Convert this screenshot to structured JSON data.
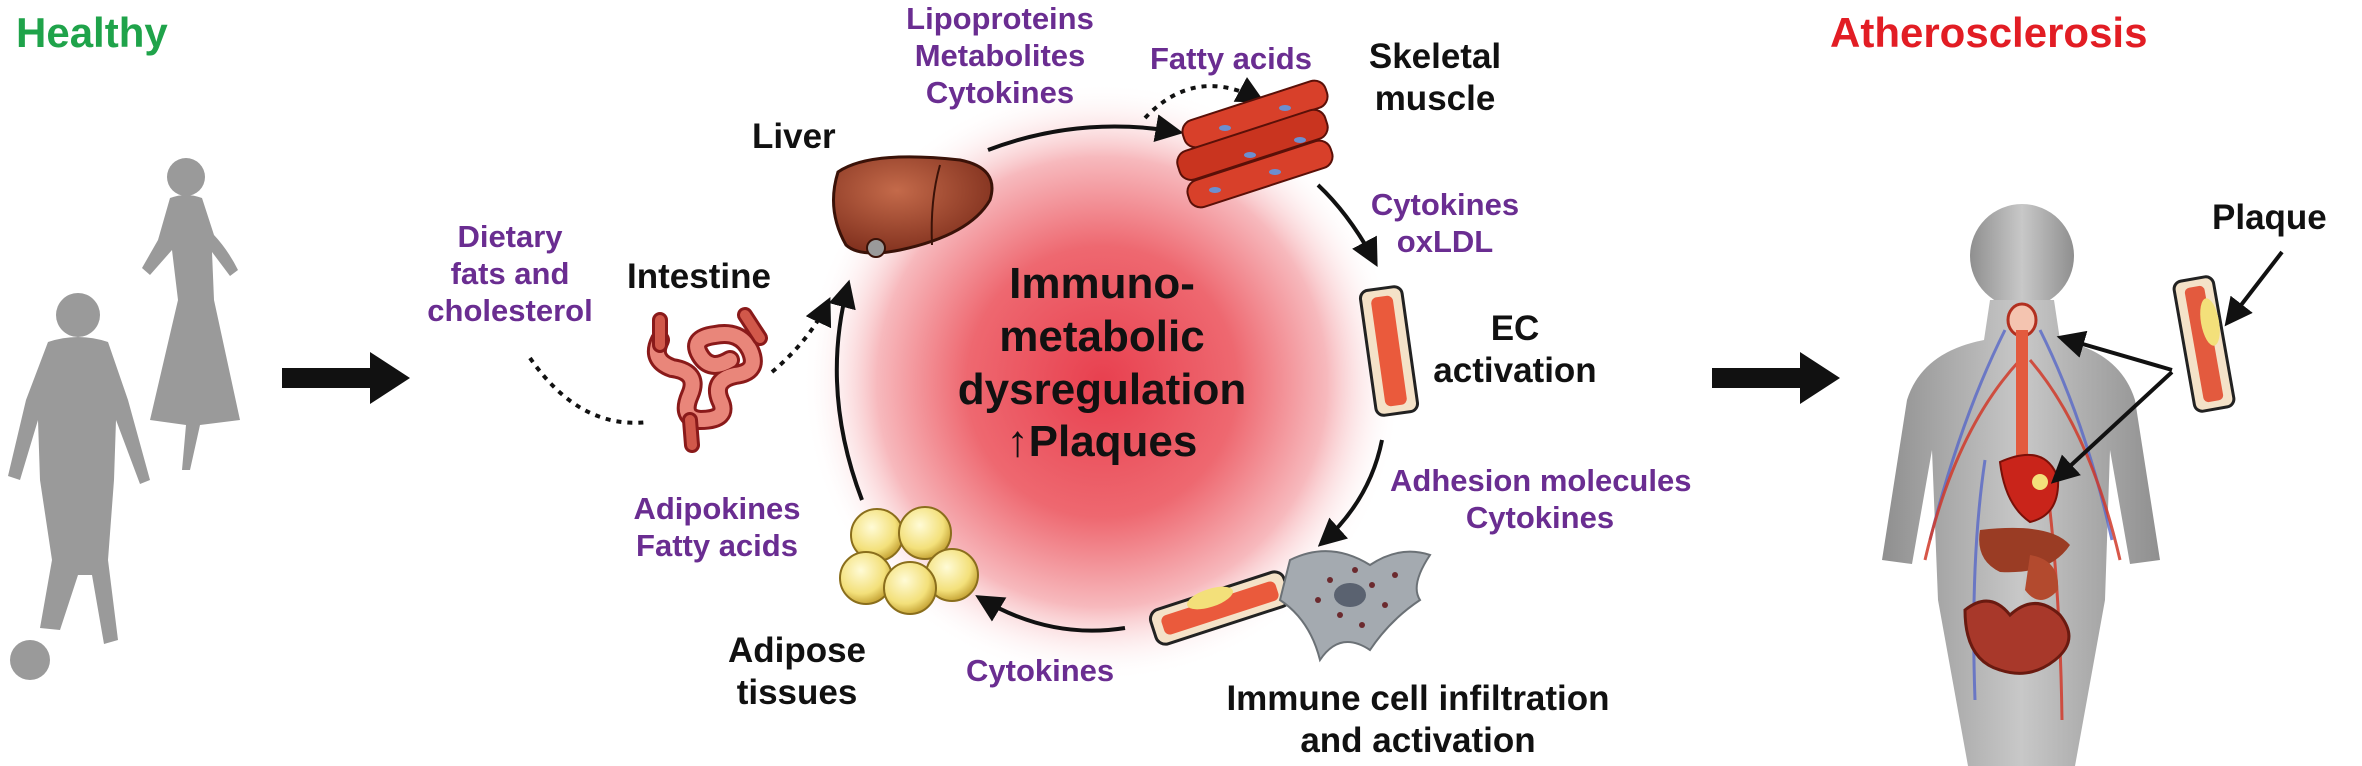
{
  "headers": {
    "healthy": "Healthy",
    "atherosclerosis": "Atherosclerosis"
  },
  "center": {
    "text": "Immuno-\nmetabolic\ndysregulation\n↑Plaques"
  },
  "organs": {
    "liver": "Liver",
    "intestine": "Intestine",
    "skeletal_muscle": "Skeletal\nmuscle",
    "ec_activation": "EC\nactivation",
    "immune": "Immune cell infiltration\nand activation",
    "adipose": "Adipose\ntissues",
    "plaque": "Plaque"
  },
  "mediators": {
    "liver_out": "Lipoproteins\nMetabolites\nCytokines",
    "muscle_in": "Fatty acids",
    "muscle_to_ec": "Cytokines\noxLDL",
    "dietary": "Dietary\nfats and\ncholesterol",
    "ec_to_immune": "Adhesion molecules\nCytokines",
    "immune_to_adipose": "Cytokines",
    "adipose_to_liver": "Adipokines\nFatty acids"
  },
  "colors": {
    "healthy": "#1fa34a",
    "atherosclerosis": "#e21d24",
    "mediator": "#6a2d91",
    "center_glow": "#e8404f"
  }
}
